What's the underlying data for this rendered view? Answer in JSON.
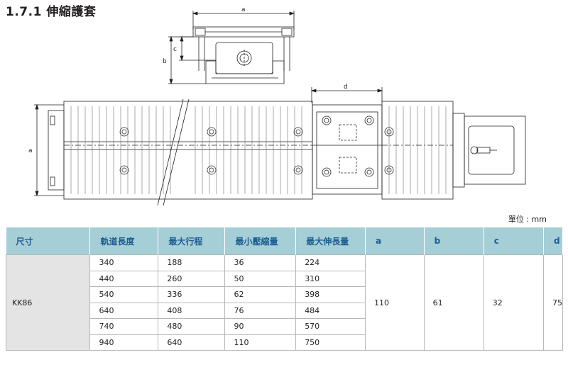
{
  "title": "1.7.1 伸縮護套",
  "dims": {
    "a_top": "a",
    "b": "b",
    "c": "c",
    "d": "d",
    "a_side": "a"
  },
  "unit_label": "單位 : mm",
  "table": {
    "headers": [
      "尺寸",
      "軌道長度",
      "最大行程",
      "最小壓縮量",
      "最大伸長量",
      "a",
      "b",
      "c",
      "d"
    ],
    "model": "KK86",
    "rows": [
      [
        "340",
        "188",
        "36",
        "224"
      ],
      [
        "440",
        "260",
        "50",
        "310"
      ],
      [
        "540",
        "336",
        "62",
        "398"
      ],
      [
        "640",
        "408",
        "76",
        "484"
      ],
      [
        "740",
        "480",
        "90",
        "570"
      ],
      [
        "940",
        "640",
        "110",
        "750"
      ]
    ],
    "a": "110",
    "b": "61",
    "c": "32",
    "d": "75"
  }
}
